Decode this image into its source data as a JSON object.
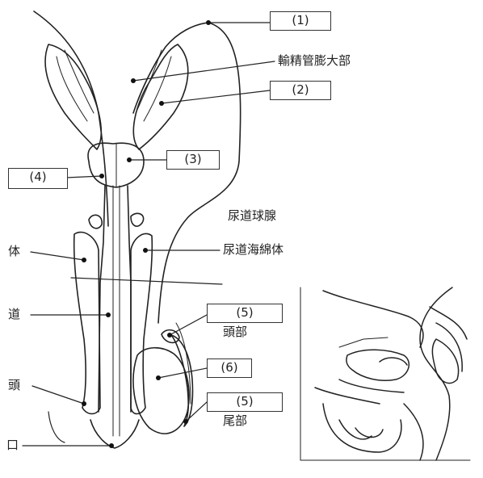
{
  "boxes": {
    "b1": "(1)",
    "b2": "(2)",
    "b3": "(3)",
    "b4": "(4)",
    "b5_head": "(5)",
    "b6": "(6)",
    "b5_tail": "(5)"
  },
  "labels": {
    "ampulla": "輸精管膨大部",
    "bulbourethral": "尿道球腺",
    "spongiosum": "尿道海綿体",
    "head": "頭部",
    "tail": "尾部",
    "left_body": "体",
    "left_urethra": "道",
    "left_glans": "頭",
    "left_opening": "口"
  },
  "colors": {
    "line": "#222222",
    "box_border": "#333333",
    "background": "#ffffff"
  }
}
